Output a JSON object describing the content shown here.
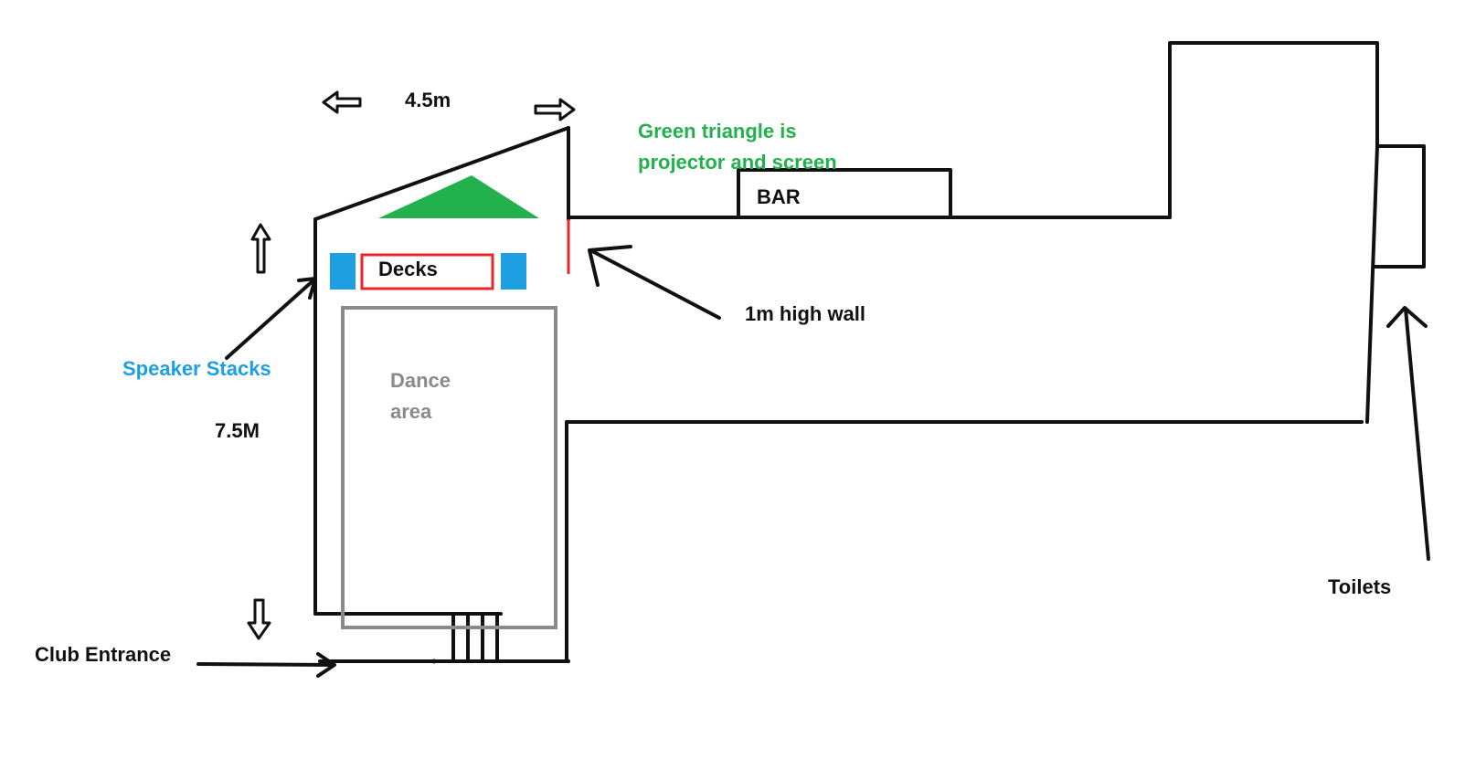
{
  "labels": {
    "width_dim": "4.5m",
    "height_dim": "7.5M",
    "projector_note_line1": "Green triangle is",
    "projector_note_line2": "projector and screen",
    "bar": "BAR",
    "decks": "Decks",
    "low_wall": "1m high wall",
    "speaker_stacks": "Speaker Stacks",
    "dance_line1": "Dance",
    "dance_line2": "area",
    "club_entrance": "Club Entrance",
    "toilets": "Toilets"
  },
  "colors": {
    "walls": "#111111",
    "projector": "#22b14c",
    "speakers": "#1d9fe2",
    "decks_outline": "#e8262b",
    "low_wall": "#e8262b",
    "dance_outline": "#8a8a8a"
  }
}
